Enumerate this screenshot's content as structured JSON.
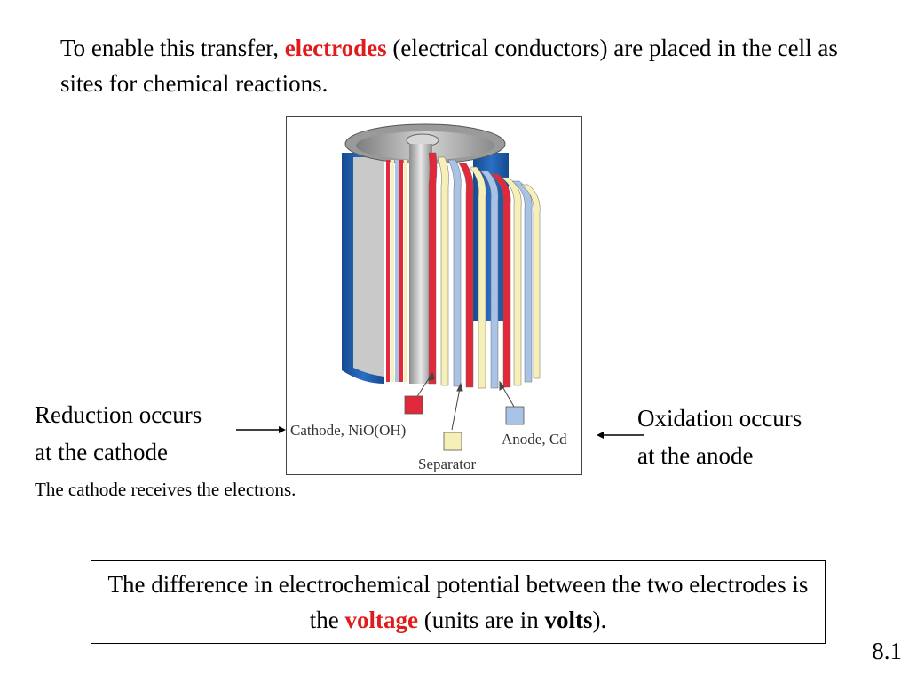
{
  "intro": {
    "part1": "To enable this transfer, ",
    "highlight": "electrodes",
    "part2": " (electrical conductors) are placed in the cell as sites for chemical reactions."
  },
  "left_label": {
    "line1": "Reduction occurs",
    "line2": "at the cathode"
  },
  "right_label": {
    "line1": "Oxidation occurs",
    "line2": "at the anode"
  },
  "cathode_note": "The cathode receives the electrons.",
  "figure": {
    "cathode_label": "Cathode, NiO(OH)",
    "separator_label": "Separator",
    "anode_label": "Anode, Cd",
    "colors": {
      "cathode": "#e0293a",
      "separator": "#f6efb7",
      "anode": "#a9c3e6",
      "casing": "#1d5aa8",
      "metal": "#9a9a9a"
    }
  },
  "summary": {
    "part1": "The difference in electrochemical potential between the two electrodes is the ",
    "highlight": "voltage",
    "part2": " (units are in ",
    "bold": "volts",
    "part3": ")."
  },
  "page_number": "8.1"
}
